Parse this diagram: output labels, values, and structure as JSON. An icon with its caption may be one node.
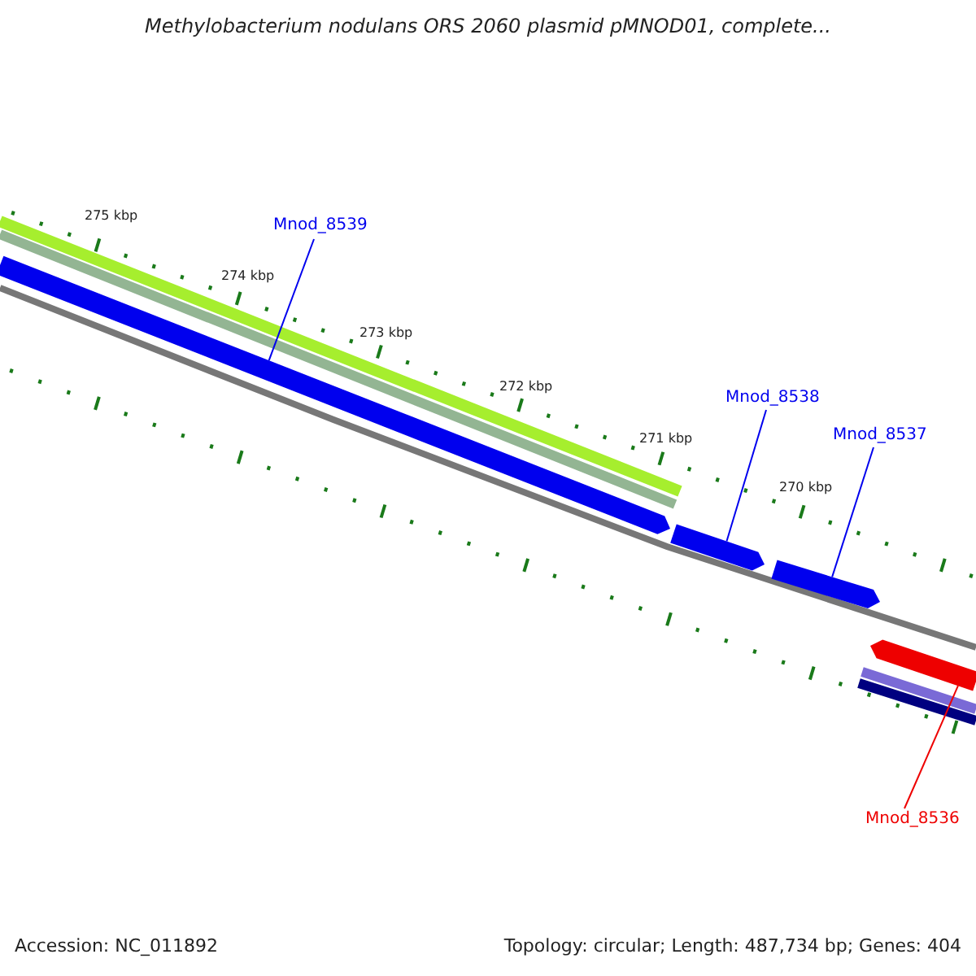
{
  "diagram": {
    "title": "Methylobacterium nodulans ORS 2060 plasmid pMNOD01, complete...",
    "nodes": [
      {
        "text": [
          "Mnod_8539"
        ]
      },
      {
        "text": [],
        "shape": "bar"
      },
      {
        "text": [
          "Mnod_8538"
        ]
      },
      {
        "text": [],
        "shape": "bar"
      },
      {
        "text": [
          "Mnod_8537"
        ]
      },
      {
        "text": [],
        "shape": "bar"
      },
      {
        "text": [
          "Mnod_8536"
        ]
      },
      {
        "text": [],
        "shape": "bar"
      }
    ],
    "edges": [
      {
        "from": 0,
        "to": 1,
        "arrow": "none"
      },
      {
        "from": 2,
        "to": 3,
        "arrow": "none"
      },
      {
        "from": 4,
        "to": 5,
        "arrow": "none"
      },
      {
        "from": 6,
        "to": 7,
        "arrow": "none",
        "color": "#ee0000"
      }
    ],
    "labels": [
      "275 kbp",
      "274 kbp",
      "273 kbp",
      "272 kbp",
      "271 kbp",
      "270 kbp",
      "Accession: NC_011892",
      "Topology: circular; Length: 487,734 bp; Genes: 404"
    ]
  }
}
